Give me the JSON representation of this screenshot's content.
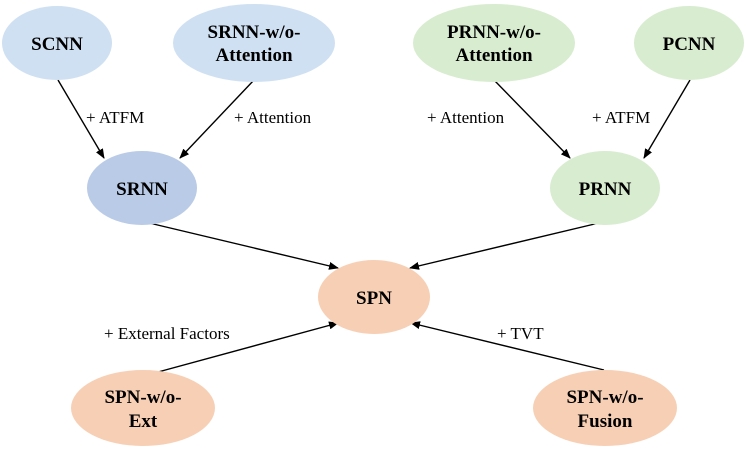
{
  "nodes": {
    "scnn": {
      "lines": [
        "SCNN"
      ],
      "color": "#cfe0f2"
    },
    "srnn_wo_attention": {
      "lines": [
        "SRNN-w/o-",
        "Attention"
      ],
      "color": "#cfe0f2"
    },
    "prnn_wo_attention": {
      "lines": [
        "PRNN-w/o-",
        "Attention"
      ],
      "color": "#d8ecd0"
    },
    "pcnn": {
      "lines": [
        "PCNN"
      ],
      "color": "#d8ecd0"
    },
    "srnn": {
      "lines": [
        "SRNN"
      ],
      "color": "#b9cbe6"
    },
    "prnn": {
      "lines": [
        "PRNN"
      ],
      "color": "#d8ecd0"
    },
    "spn": {
      "lines": [
        "SPN"
      ],
      "color": "#f7cfb4"
    },
    "spn_wo_ext": {
      "lines": [
        "SPN-w/o-",
        "Ext"
      ],
      "color": "#f7cfb4"
    },
    "spn_wo_fusion": {
      "lines": [
        "SPN-w/o-",
        "Fusion"
      ],
      "color": "#f7cfb4"
    }
  },
  "edges": [
    {
      "from": "scnn",
      "to": "srnn",
      "label": "+ ATFM"
    },
    {
      "from": "srnn_wo_attention",
      "to": "srnn",
      "label": "+ Attention"
    },
    {
      "from": "prnn_wo_attention",
      "to": "prnn",
      "label": "+ Attention"
    },
    {
      "from": "pcnn",
      "to": "prnn",
      "label": "+ ATFM"
    },
    {
      "from": "srnn",
      "to": "spn",
      "label": ""
    },
    {
      "from": "prnn",
      "to": "spn",
      "label": ""
    },
    {
      "from": "spn_wo_ext",
      "to": "spn",
      "label": "+ External Factors"
    },
    {
      "from": "spn_wo_fusion",
      "to": "spn",
      "label": "+ TVT"
    }
  ]
}
